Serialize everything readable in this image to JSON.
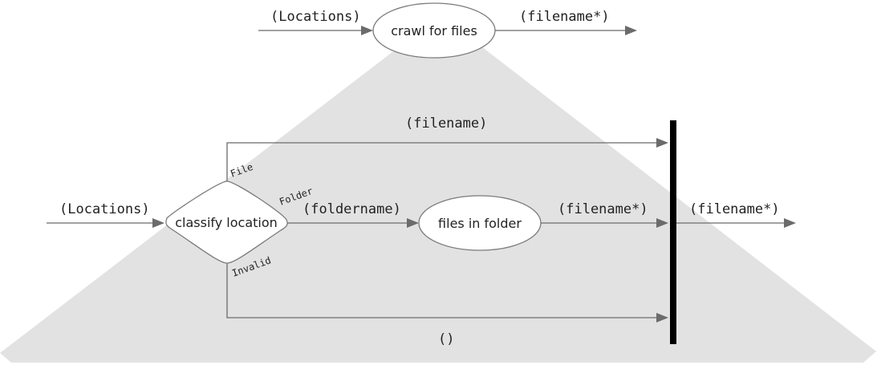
{
  "diagram": {
    "colors": {
      "expansion_fill": "#e2e2e2",
      "edge": "#6b6b6b",
      "node_stroke": "#7a7a7a",
      "node_fill": "#ffffff",
      "join_bar": "#000000",
      "text": "#222222"
    },
    "top": {
      "input_label": "(Locations)",
      "node_label": "crawl for files",
      "output_label": "(filename*)"
    },
    "detail": {
      "input_label": "(Locations)",
      "classify_label": "classify location",
      "branch_file": "File",
      "branch_folder": "Folder",
      "branch_invalid": "Invalid",
      "file_edge_label": "(filename)",
      "folder_edge_label": "(foldername)",
      "folder_node_label": "files in folder",
      "folder_output_label": "(filename*)",
      "invalid_edge_label": "()",
      "final_output_label": "(filename*)"
    }
  }
}
